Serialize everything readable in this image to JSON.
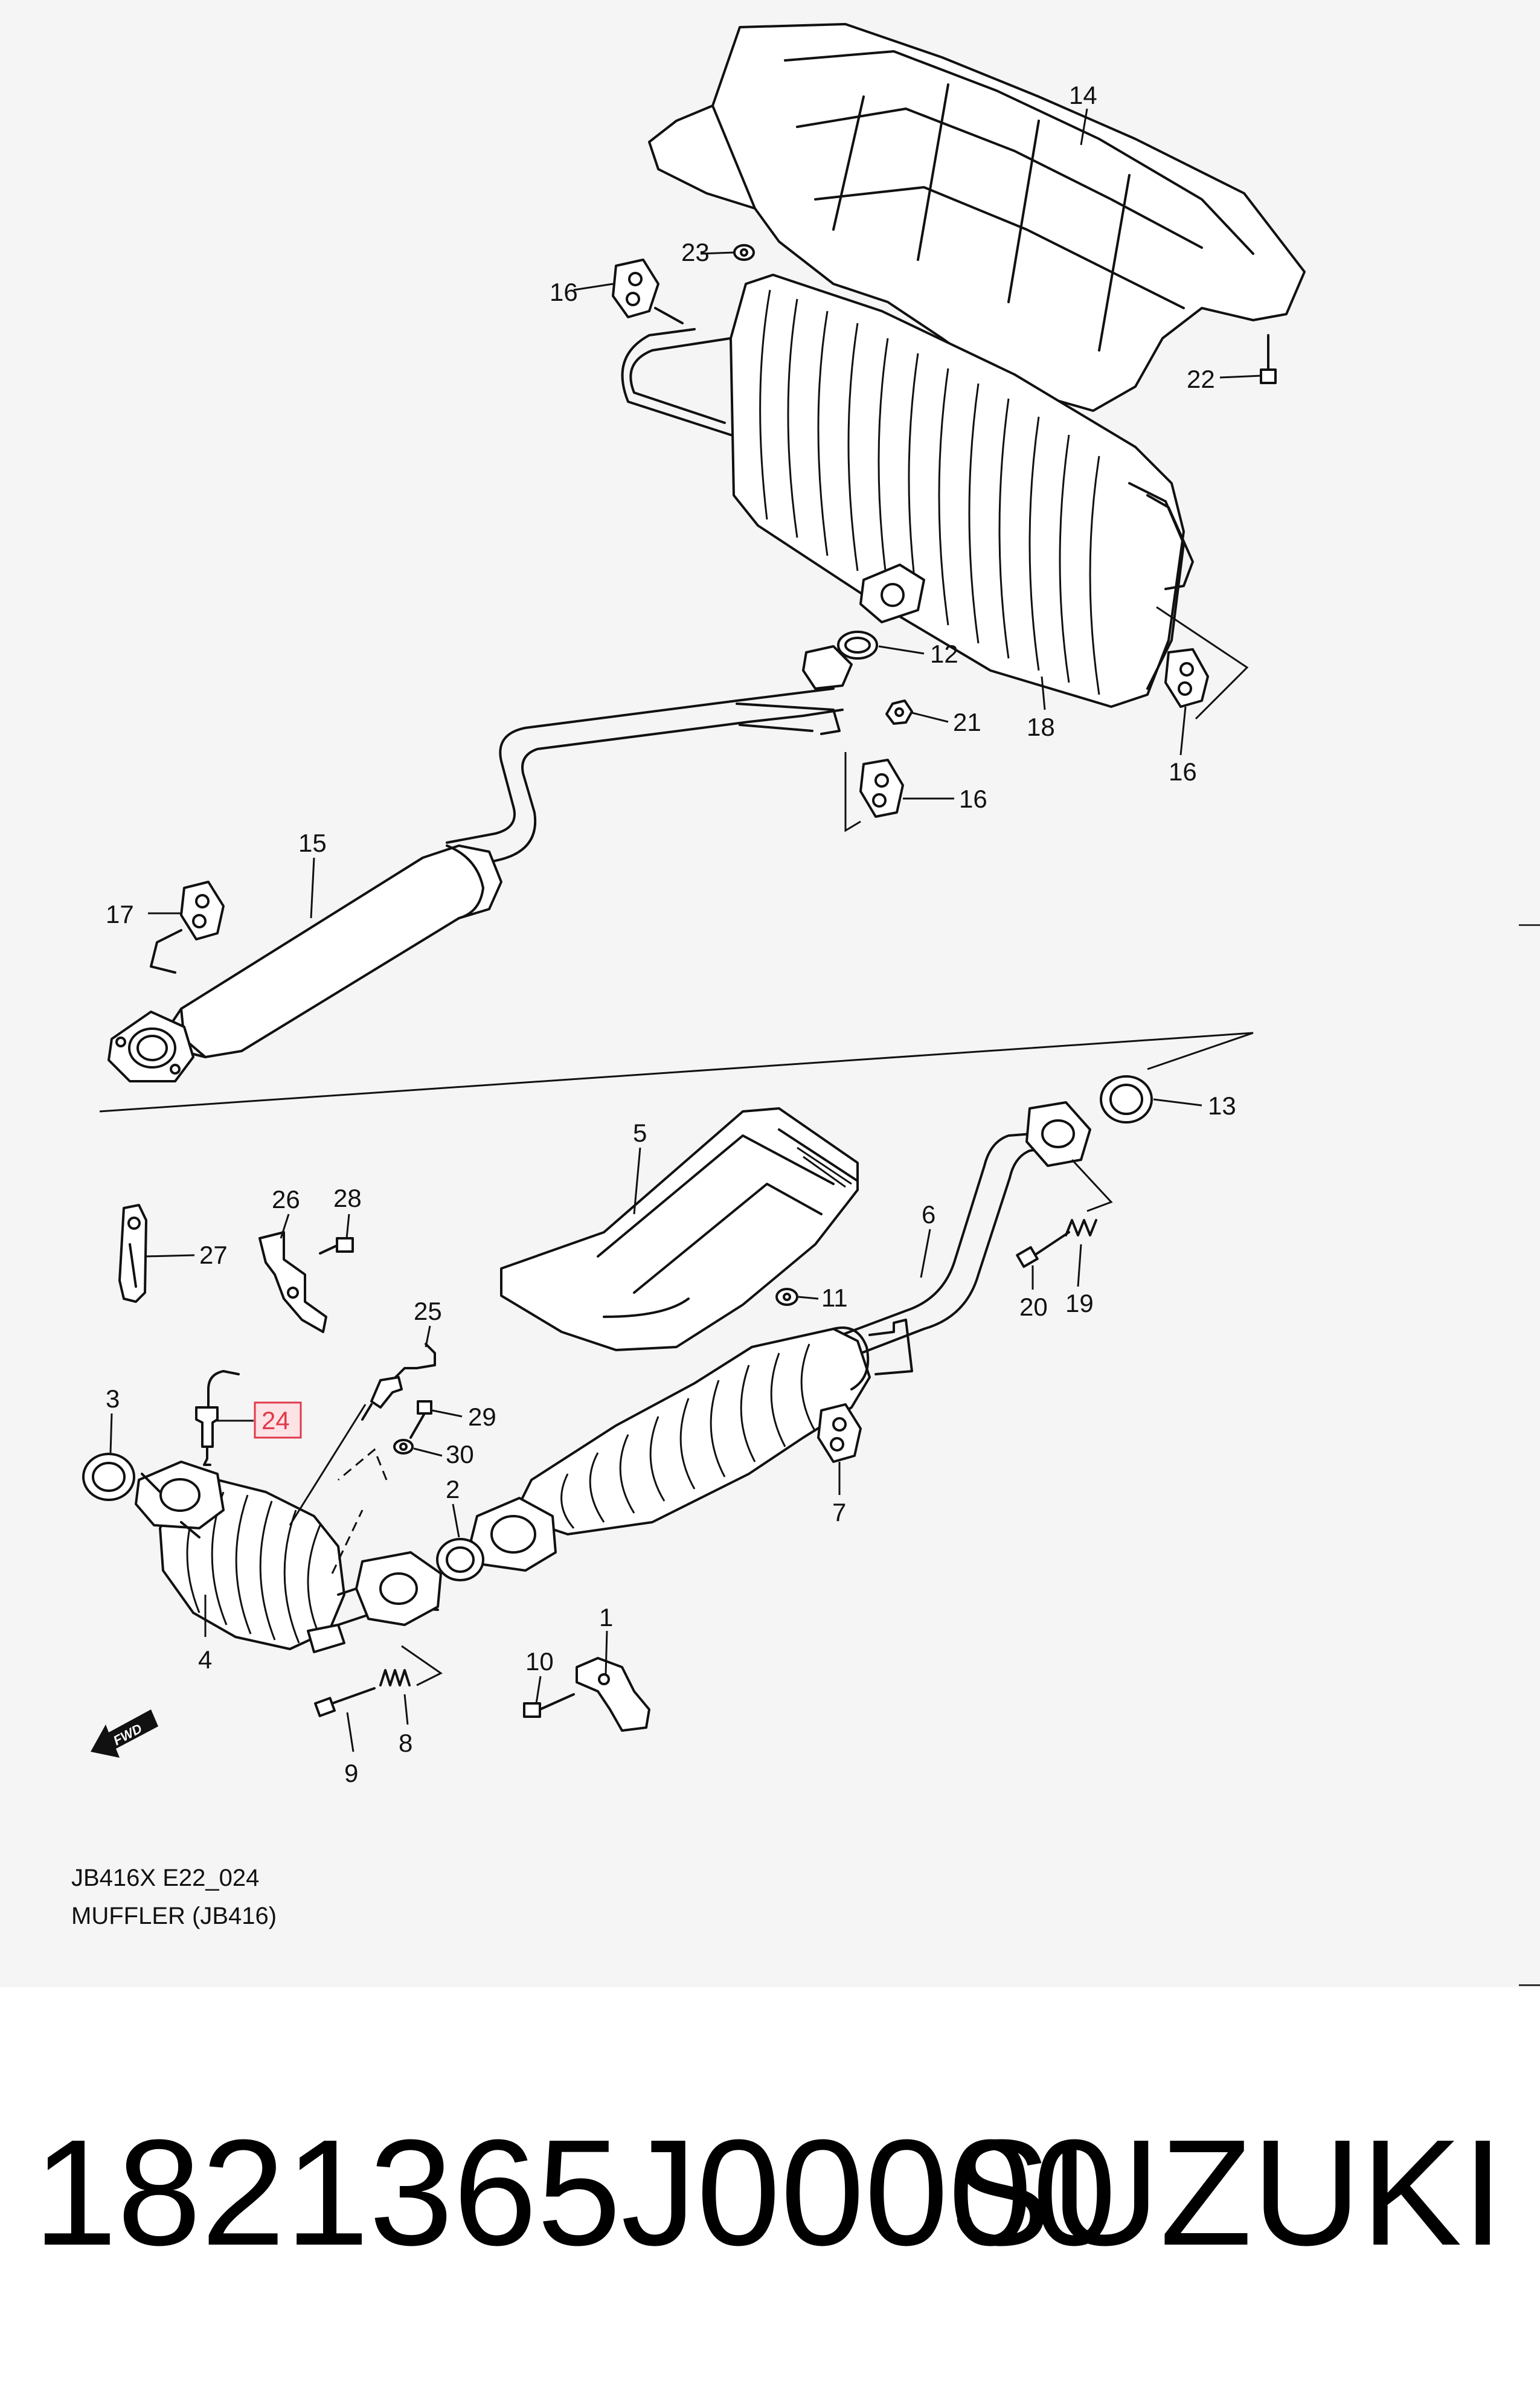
{
  "figure": {
    "caption_code": "JB416X E22_024",
    "caption_title": "MUFFLER (JB416)",
    "fwd_label": "FWD"
  },
  "callouts": {
    "c1": "1",
    "c2": "2",
    "c3": "3",
    "c4": "4",
    "c5": "5",
    "c6": "6",
    "c7": "7",
    "c8": "8",
    "c9": "9",
    "c10": "10",
    "c11": "11",
    "c12": "12",
    "c13": "13",
    "c14": "14",
    "c15": "15",
    "c16a": "16",
    "c16b": "16",
    "c16c": "16",
    "c17": "17",
    "c18": "18",
    "c19": "19",
    "c20": "20",
    "c21": "21",
    "c22": "22",
    "c23": "23",
    "c24": "24",
    "c25": "25",
    "c26": "26",
    "c27": "27",
    "c28": "28",
    "c29": "29",
    "c30": "30"
  },
  "highlight": {
    "callout": "24",
    "color": "#e03a4a",
    "fill": "#fde2e6"
  },
  "part": {
    "number": "1821365J00000",
    "brand": "SUZUKI"
  }
}
